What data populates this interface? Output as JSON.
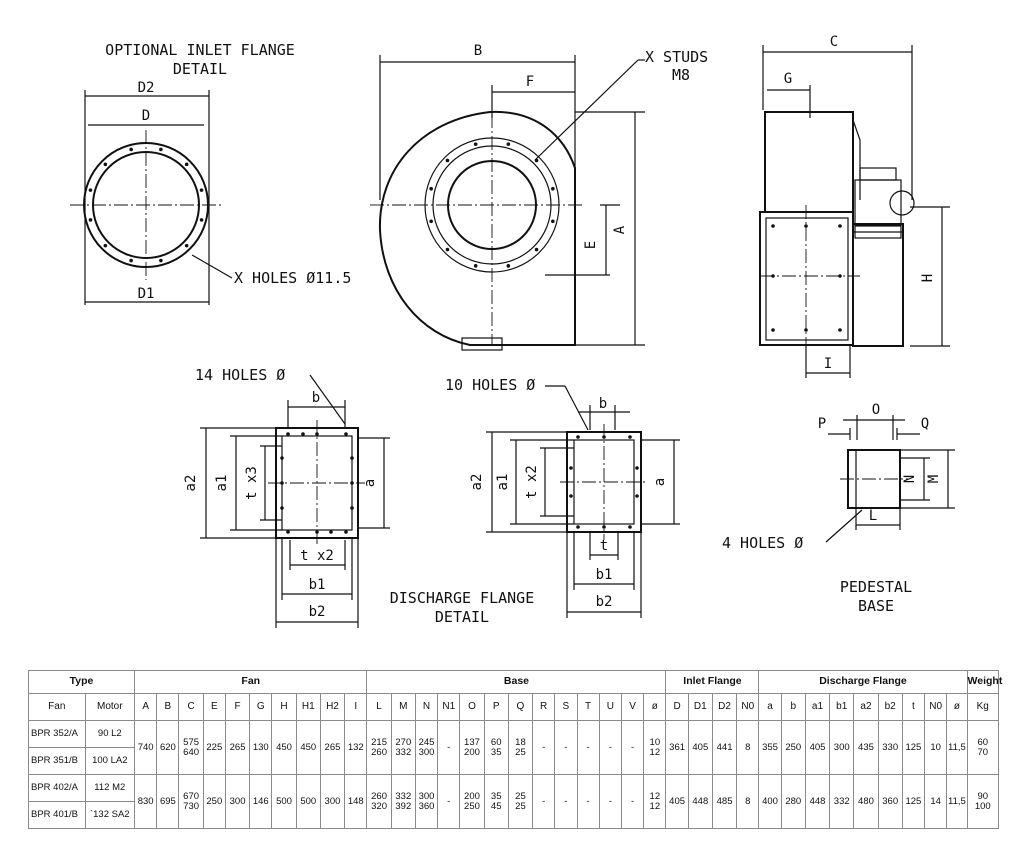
{
  "drawing": {
    "inlet_title_1": "OPTIONAL INLET FLANGE",
    "inlet_title_2": "DETAIL",
    "label_D2": "D2",
    "label_D": "D",
    "label_D1": "D1",
    "label_x_holes": "X HOLES Ø11.5",
    "label_B": "B",
    "label_F": "F",
    "label_x_studs_1": "X STUDS",
    "label_x_studs_2": "M8",
    "label_E": "E",
    "label_A": "A",
    "label_C": "C",
    "label_G": "G",
    "label_H": "H",
    "label_I": "I",
    "label_14_holes": "14 HOLES Ø",
    "label_b": "b",
    "label_a2": "a2",
    "label_a1": "a1",
    "label_tx3": "t x3",
    "label_a": "a",
    "label_tx2": "t x2",
    "label_b1": "b1",
    "label_b2": "b2",
    "label_10_holes": "10 HOLES Ø",
    "label_t": "t",
    "discharge_title_1": "DISCHARGE FLANGE",
    "discharge_title_2": "DETAIL",
    "label_O": "O",
    "label_P": "P",
    "label_Q": "Q",
    "label_N": "N",
    "label_M": "M",
    "label_L": "L",
    "label_4_holes": "4 HOLES Ø",
    "pedestal_title_1": "PEDESTAL",
    "pedestal_title_2": "BASE"
  },
  "table": {
    "groups": [
      {
        "label": "Type",
        "span": 2
      },
      {
        "label": "Fan",
        "span": 10
      },
      {
        "label": "Base",
        "span": 13
      },
      {
        "label": "Inlet Flange",
        "span": 4
      },
      {
        "label": "Discharge Flange",
        "span": 9
      },
      {
        "label": "Weight",
        "span": 1
      }
    ],
    "columns": [
      "Fan",
      "Motor",
      "A",
      "B",
      "C",
      "E",
      "F",
      "G",
      "H",
      "H1",
      "H2",
      "I",
      "L",
      "M",
      "N",
      "N1",
      "O",
      "P",
      "Q",
      "R",
      "S",
      "T",
      "U",
      "V",
      "ø",
      "D",
      "D1",
      "D2",
      "N0",
      "a",
      "b",
      "a1",
      "b1",
      "a2",
      "b2",
      "t",
      "N0",
      "ø",
      "Kg"
    ],
    "groups_data": [
      {
        "fans": [
          "BPR 352/A",
          "BPR 351/B"
        ],
        "motors": [
          "90 L2",
          "100 LA2"
        ],
        "cells": [
          "740",
          "620",
          "575\n640",
          "225",
          "265",
          "130",
          "450",
          "450",
          "265",
          "132",
          "215\n260",
          "270\n332",
          "245\n300",
          "-",
          "137\n200",
          "60\n35",
          "18\n25",
          "-",
          "-",
          "-",
          "-",
          "-",
          "10\n12",
          "361",
          "405",
          "441",
          "8",
          "355",
          "250",
          "405",
          "300",
          "435",
          "330",
          "125",
          "10",
          "11,5",
          "60\n70"
        ]
      },
      {
        "fans": [
          "BPR 402/A",
          "BPR 401/B"
        ],
        "motors": [
          "112 M2",
          "`132 SA2"
        ],
        "cells": [
          "830",
          "695",
          "670\n730",
          "250",
          "300",
          "146",
          "500",
          "500",
          "300",
          "148",
          "260\n320",
          "332\n392",
          "300\n360",
          "-",
          "200\n250",
          "35\n45",
          "25\n25",
          "-",
          "-",
          "-",
          "-",
          "-",
          "12\n12",
          "405",
          "448",
          "485",
          "8",
          "400",
          "280",
          "448",
          "332",
          "480",
          "360",
          "125",
          "14",
          "11,5",
          "90\n100"
        ]
      }
    ]
  }
}
